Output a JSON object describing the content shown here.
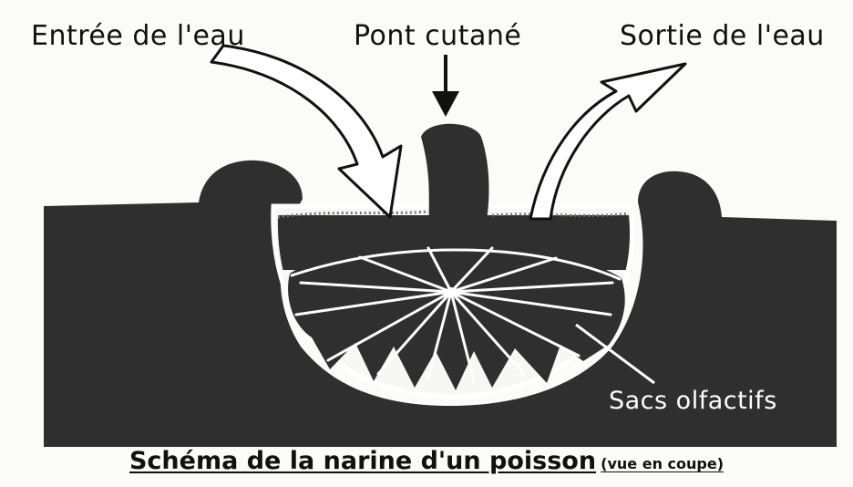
{
  "labels": {
    "water_in": "Entrée de l'eau",
    "skin_bridge": "Pont cutané",
    "water_out": "Sortie de l'eau",
    "olfactory_sacs": "Sacs olfactifs"
  },
  "caption": {
    "main": "Schéma de la narine d'un poisson",
    "sub": "(vue en coupe)"
  },
  "colors": {
    "tissue": "#2f2f2f",
    "outline": "#ffffff",
    "ink": "#111111",
    "background": "#fbfbf9"
  }
}
